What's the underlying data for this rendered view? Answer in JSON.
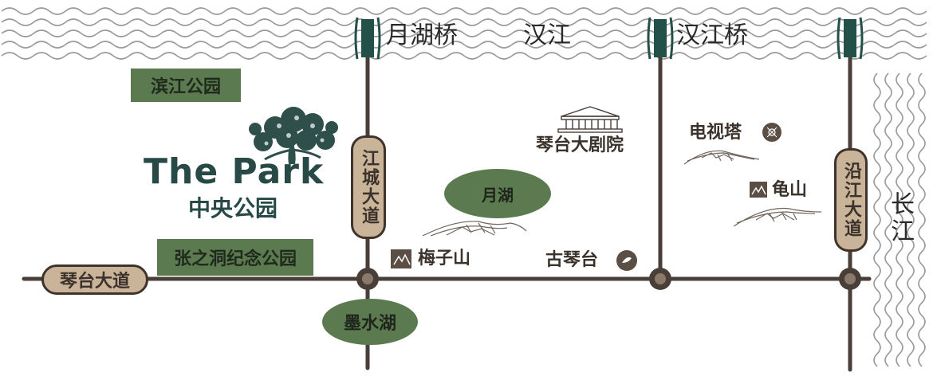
{
  "rivers": {
    "han_river": "汉江",
    "yangtze": "长江"
  },
  "bridges": {
    "yuehu_bridge": "月湖桥",
    "hanjiang_bridge": "汉江桥"
  },
  "roads": {
    "qintai_avenue": "琴台大道",
    "jiangcheng_avenue": "江城大道",
    "yanjiang_avenue": "沿江大道"
  },
  "parks": {
    "binjiang_park": "滨江公园",
    "zhangzhidong_park": "张之洞纪念公园"
  },
  "lakes": {
    "yue_lake": "月湖",
    "moshui_lake": "墨水湖"
  },
  "landmarks": {
    "qintai_theatre": "琴台大剧院",
    "tv_tower": "电视塔",
    "gui_mountain": "龟山",
    "meizi_mountain": "梅子山",
    "guqintai": "古琴台"
  },
  "brand": {
    "name": "The Park",
    "name_cn": "中央公园"
  },
  "colors": {
    "road": "#4a3f38",
    "river_teal": "#24504a",
    "green": "#5c7a4f",
    "pill_fill": "#c9b49a",
    "brand_teal": "#274a46"
  }
}
